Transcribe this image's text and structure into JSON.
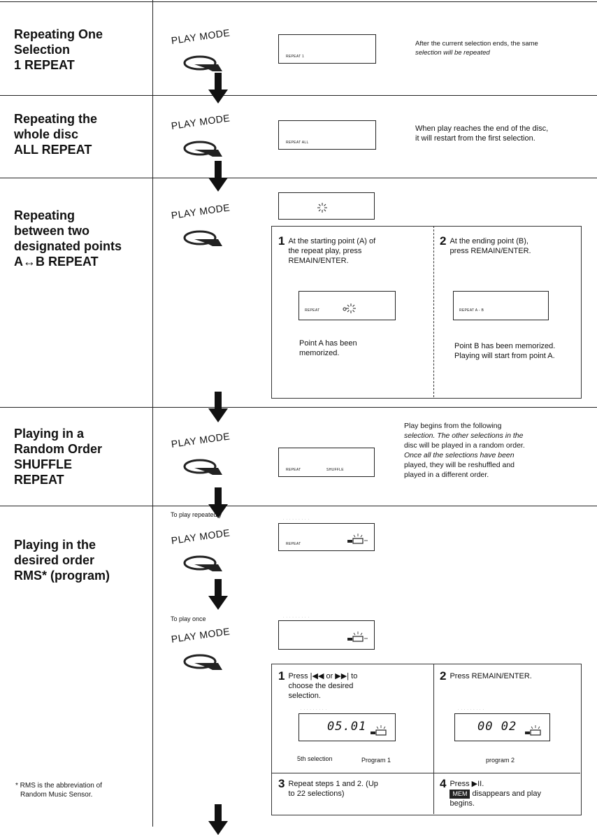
{
  "sections": [
    {
      "title_lines": [
        "Repeating One",
        "Selection",
        "1 REPEAT"
      ],
      "play_mode_label": "PLAY MODE",
      "lcd_text": "REPEAT 1",
      "desc_lines": [
        "After the current selection ends, the same",
        "selection will be repeated"
      ]
    },
    {
      "title_lines": [
        "Repeating the",
        "whole disc",
        "ALL REPEAT"
      ],
      "play_mode_label": "PLAY MODE",
      "lcd_text": "REPEAT  ALL",
      "desc_lines": [
        "When play reaches the end of the disc,",
        "it will restart from the first selection."
      ]
    },
    {
      "title_lines": [
        "Repeating",
        "between two",
        "designated points",
        "A↔B REPEAT"
      ],
      "play_mode_label": "PLAY MODE",
      "steps": [
        {
          "num": "1",
          "text_lines": [
            "At the starting point (A) of",
            "the repeat play, press",
            "REMAIN/ENTER."
          ],
          "lcd_text": "REPEAT",
          "caption_lines": [
            "Point A has been",
            "memorized."
          ]
        },
        {
          "num": "2",
          "text_lines": [
            "At the ending point (B),",
            "press REMAIN/ENTER."
          ],
          "lcd_text": "REPEAT    A - B",
          "caption_lines": [
            "Point B has been memorized.",
            "Playing will start from point A."
          ]
        }
      ]
    },
    {
      "title_lines": [
        "Playing in a",
        "Random Order",
        "SHUFFLE",
        "REPEAT"
      ],
      "play_mode_label": "PLAY MODE",
      "lcd_text_left": "REPEAT",
      "lcd_text_right": "SHUFFLE",
      "desc_lines": [
        "Play begins from the following",
        "selection. The other selections in the",
        "disc will be played in a random order.",
        "Once all the selections have been",
        "played, they will be reshuffled and",
        "played in a different order."
      ]
    },
    {
      "title_lines": [
        "Playing in the",
        "desired order",
        "RMS* (program)"
      ],
      "play_mode_label": "PLAY MODE",
      "to_play_repeatedly": "To play repeatedly",
      "to_play_once": "To play once",
      "lcd_repeat_text": "REPEAT",
      "steps": [
        {
          "num": "1",
          "text_lines": [
            "Press |◀◀ or ▶▶| to",
            "choose the desired",
            "selection."
          ],
          "display": "05.01",
          "label_left": "5th selection",
          "label_right": "Program 1"
        },
        {
          "num": "2",
          "text_lines": [
            "Press REMAIN/ENTER."
          ],
          "display": "00 02",
          "label_right": "program 2"
        },
        {
          "num": "3",
          "text_lines": [
            "Repeat steps 1 and 2. (Up",
            "to 22 selections)"
          ]
        },
        {
          "num": "4",
          "text_lines": [
            "Press ▶II."
          ],
          "mem": "MEM",
          "tail_lines": [
            "disappears and play",
            "begins."
          ]
        }
      ],
      "footnote_lines": [
        "* RMS is the abbreviation of",
        "Random Music Sensor."
      ]
    }
  ]
}
